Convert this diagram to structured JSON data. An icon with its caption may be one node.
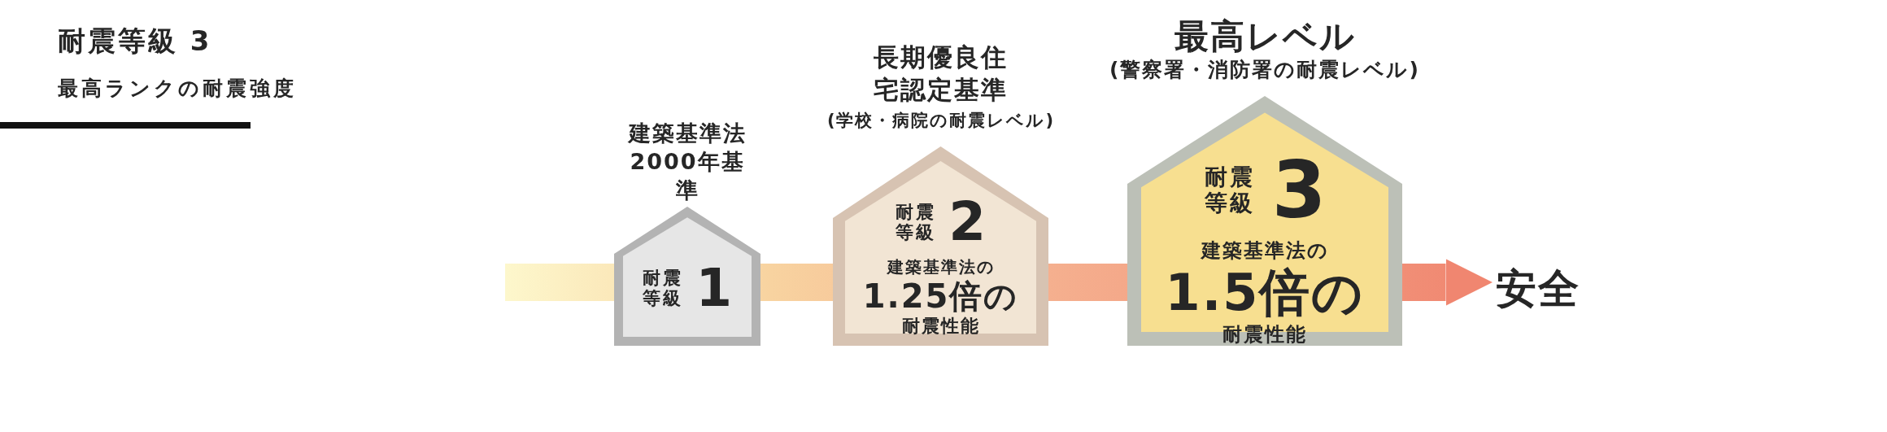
{
  "diagram": {
    "title": "耐震等級 3",
    "labels": [
      "最高ランクの耐震強度"
    ],
    "nodes": [
      {
        "text": [
          "耐震等級",
          "1"
        ],
        "beside": [
          "建築基準法2000年基準"
        ]
      },
      {
        "text": [
          "耐震等級",
          "2",
          "建築基準法の",
          "1.25倍の",
          "耐震性能"
        ],
        "beside": [
          "長期優良住宅認定基準",
          "(学校・病院の耐震レベル)"
        ]
      },
      {
        "text": [
          "耐震等級",
          "3",
          "建築基準法の",
          "1.5倍の",
          "耐震性能"
        ],
        "beside": [
          "最高レベル",
          "(警察署・消防署の耐震レベル)"
        ]
      },
      {
        "text": [
          "安全"
        ]
      }
    ],
    "edges": [
      {
        "from": null,
        "to": 0,
        "arrow": "none"
      },
      {
        "from": 0,
        "to": 1,
        "arrow": "none"
      },
      {
        "from": 1,
        "to": 2,
        "arrow": "none"
      },
      {
        "from": 2,
        "to": 3,
        "arrow": "to"
      }
    ]
  }
}
